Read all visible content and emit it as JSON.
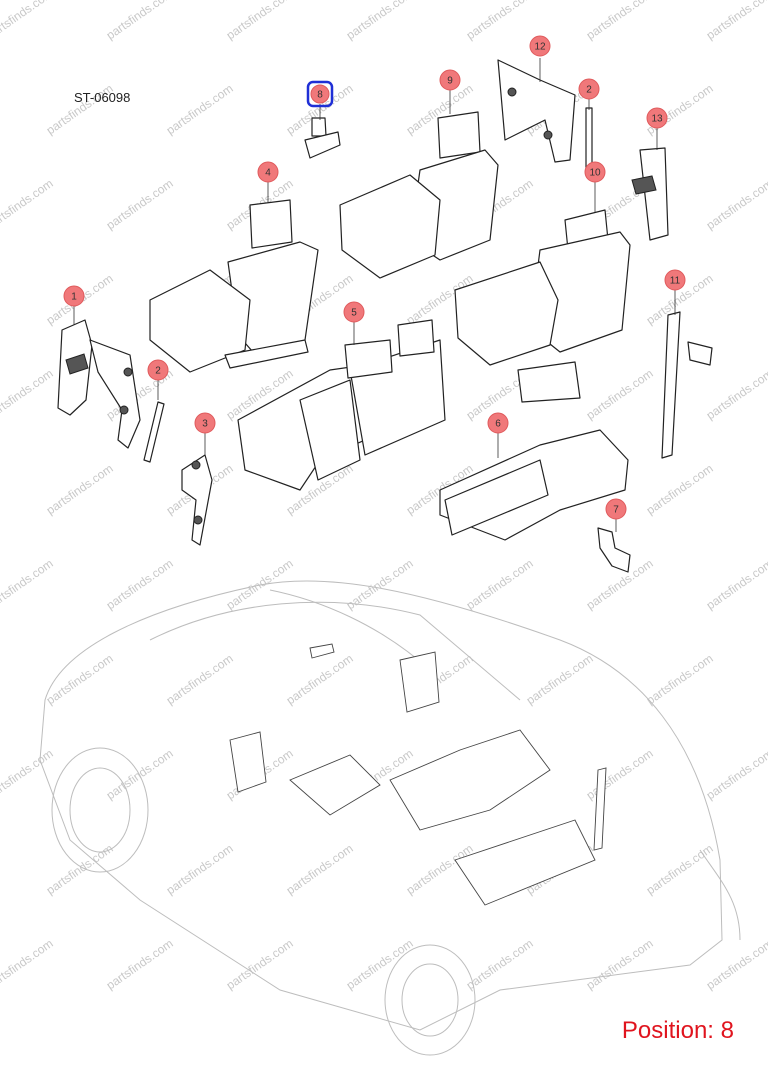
{
  "header": {
    "diagram_code": "ST-06098"
  },
  "footer": {
    "position_label": "Position: 8"
  },
  "watermark": {
    "text": "partsfinds.com"
  },
  "colors": {
    "marker_fill": "#f0787a",
    "selected_outline": "#1f2fd6",
    "position_text": "#e0141e"
  },
  "markers": [
    {
      "label": "1"
    },
    {
      "label": "2"
    },
    {
      "label": "3"
    },
    {
      "label": "4"
    },
    {
      "label": "5"
    },
    {
      "label": "6"
    },
    {
      "label": "7"
    },
    {
      "label": "8",
      "selected": true
    },
    {
      "label": "9"
    },
    {
      "label": "10"
    },
    {
      "label": "11"
    },
    {
      "label": "2"
    },
    {
      "label": "12"
    },
    {
      "label": "13"
    }
  ]
}
